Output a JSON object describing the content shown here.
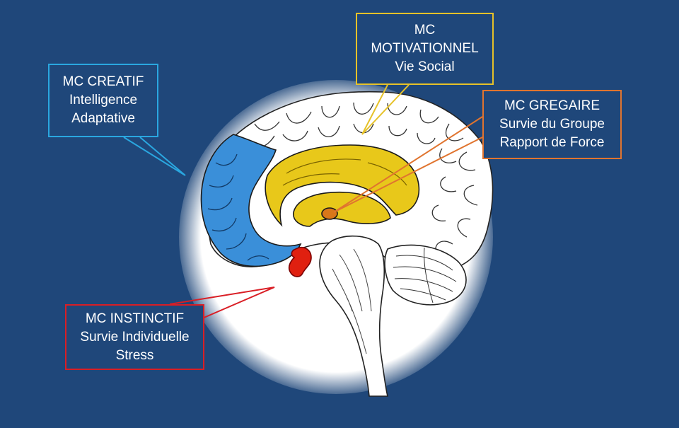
{
  "colors": {
    "background": "#1f477a",
    "creatif": "#2aa7e0",
    "motivationnel": "#e6c229",
    "gregaire": "#e0742f",
    "instinctif": "#d91e25",
    "region_blue": "#3a8fd9",
    "region_yellow": "#e8c81a",
    "region_red": "#e02010",
    "text": "#ffffff"
  },
  "icons": [
    "brain-illustration"
  ],
  "callouts": {
    "creatif": {
      "lines": [
        "MC CREATIF",
        "Intelligence",
        "Adaptative"
      ]
    },
    "motivationnel": {
      "lines": [
        "MC",
        "MOTIVATIONNEL",
        "Vie Social"
      ]
    },
    "gregaire": {
      "lines": [
        "MC GREGAIRE",
        "Survie du Groupe",
        "Rapport de Force"
      ]
    },
    "instinctif": {
      "lines": [
        "MC INSTINCTIF",
        "Survie Individuelle",
        "Stress"
      ]
    }
  }
}
